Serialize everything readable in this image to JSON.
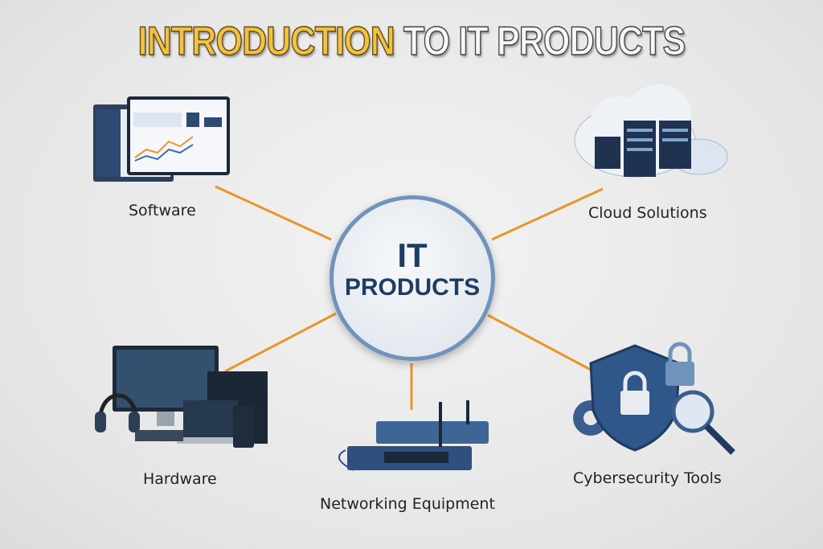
{
  "title": {
    "highlight": "INTRODUCTION",
    "rest": "TO IT PRODUCTS"
  },
  "hub": {
    "line1": "IT",
    "line2": "PRODUCTS"
  },
  "nodes": {
    "software": "Software",
    "cloud": "Cloud Solutions",
    "hardware": "Hardware",
    "networking": "Networking Equipment",
    "cybersecurity": "Cybersecurity Tools"
  },
  "colors": {
    "connector": "#e8962a",
    "hub_border": "#6f93ba",
    "hub_text": "#1e3d63",
    "title_accent": "#f5c13a"
  }
}
